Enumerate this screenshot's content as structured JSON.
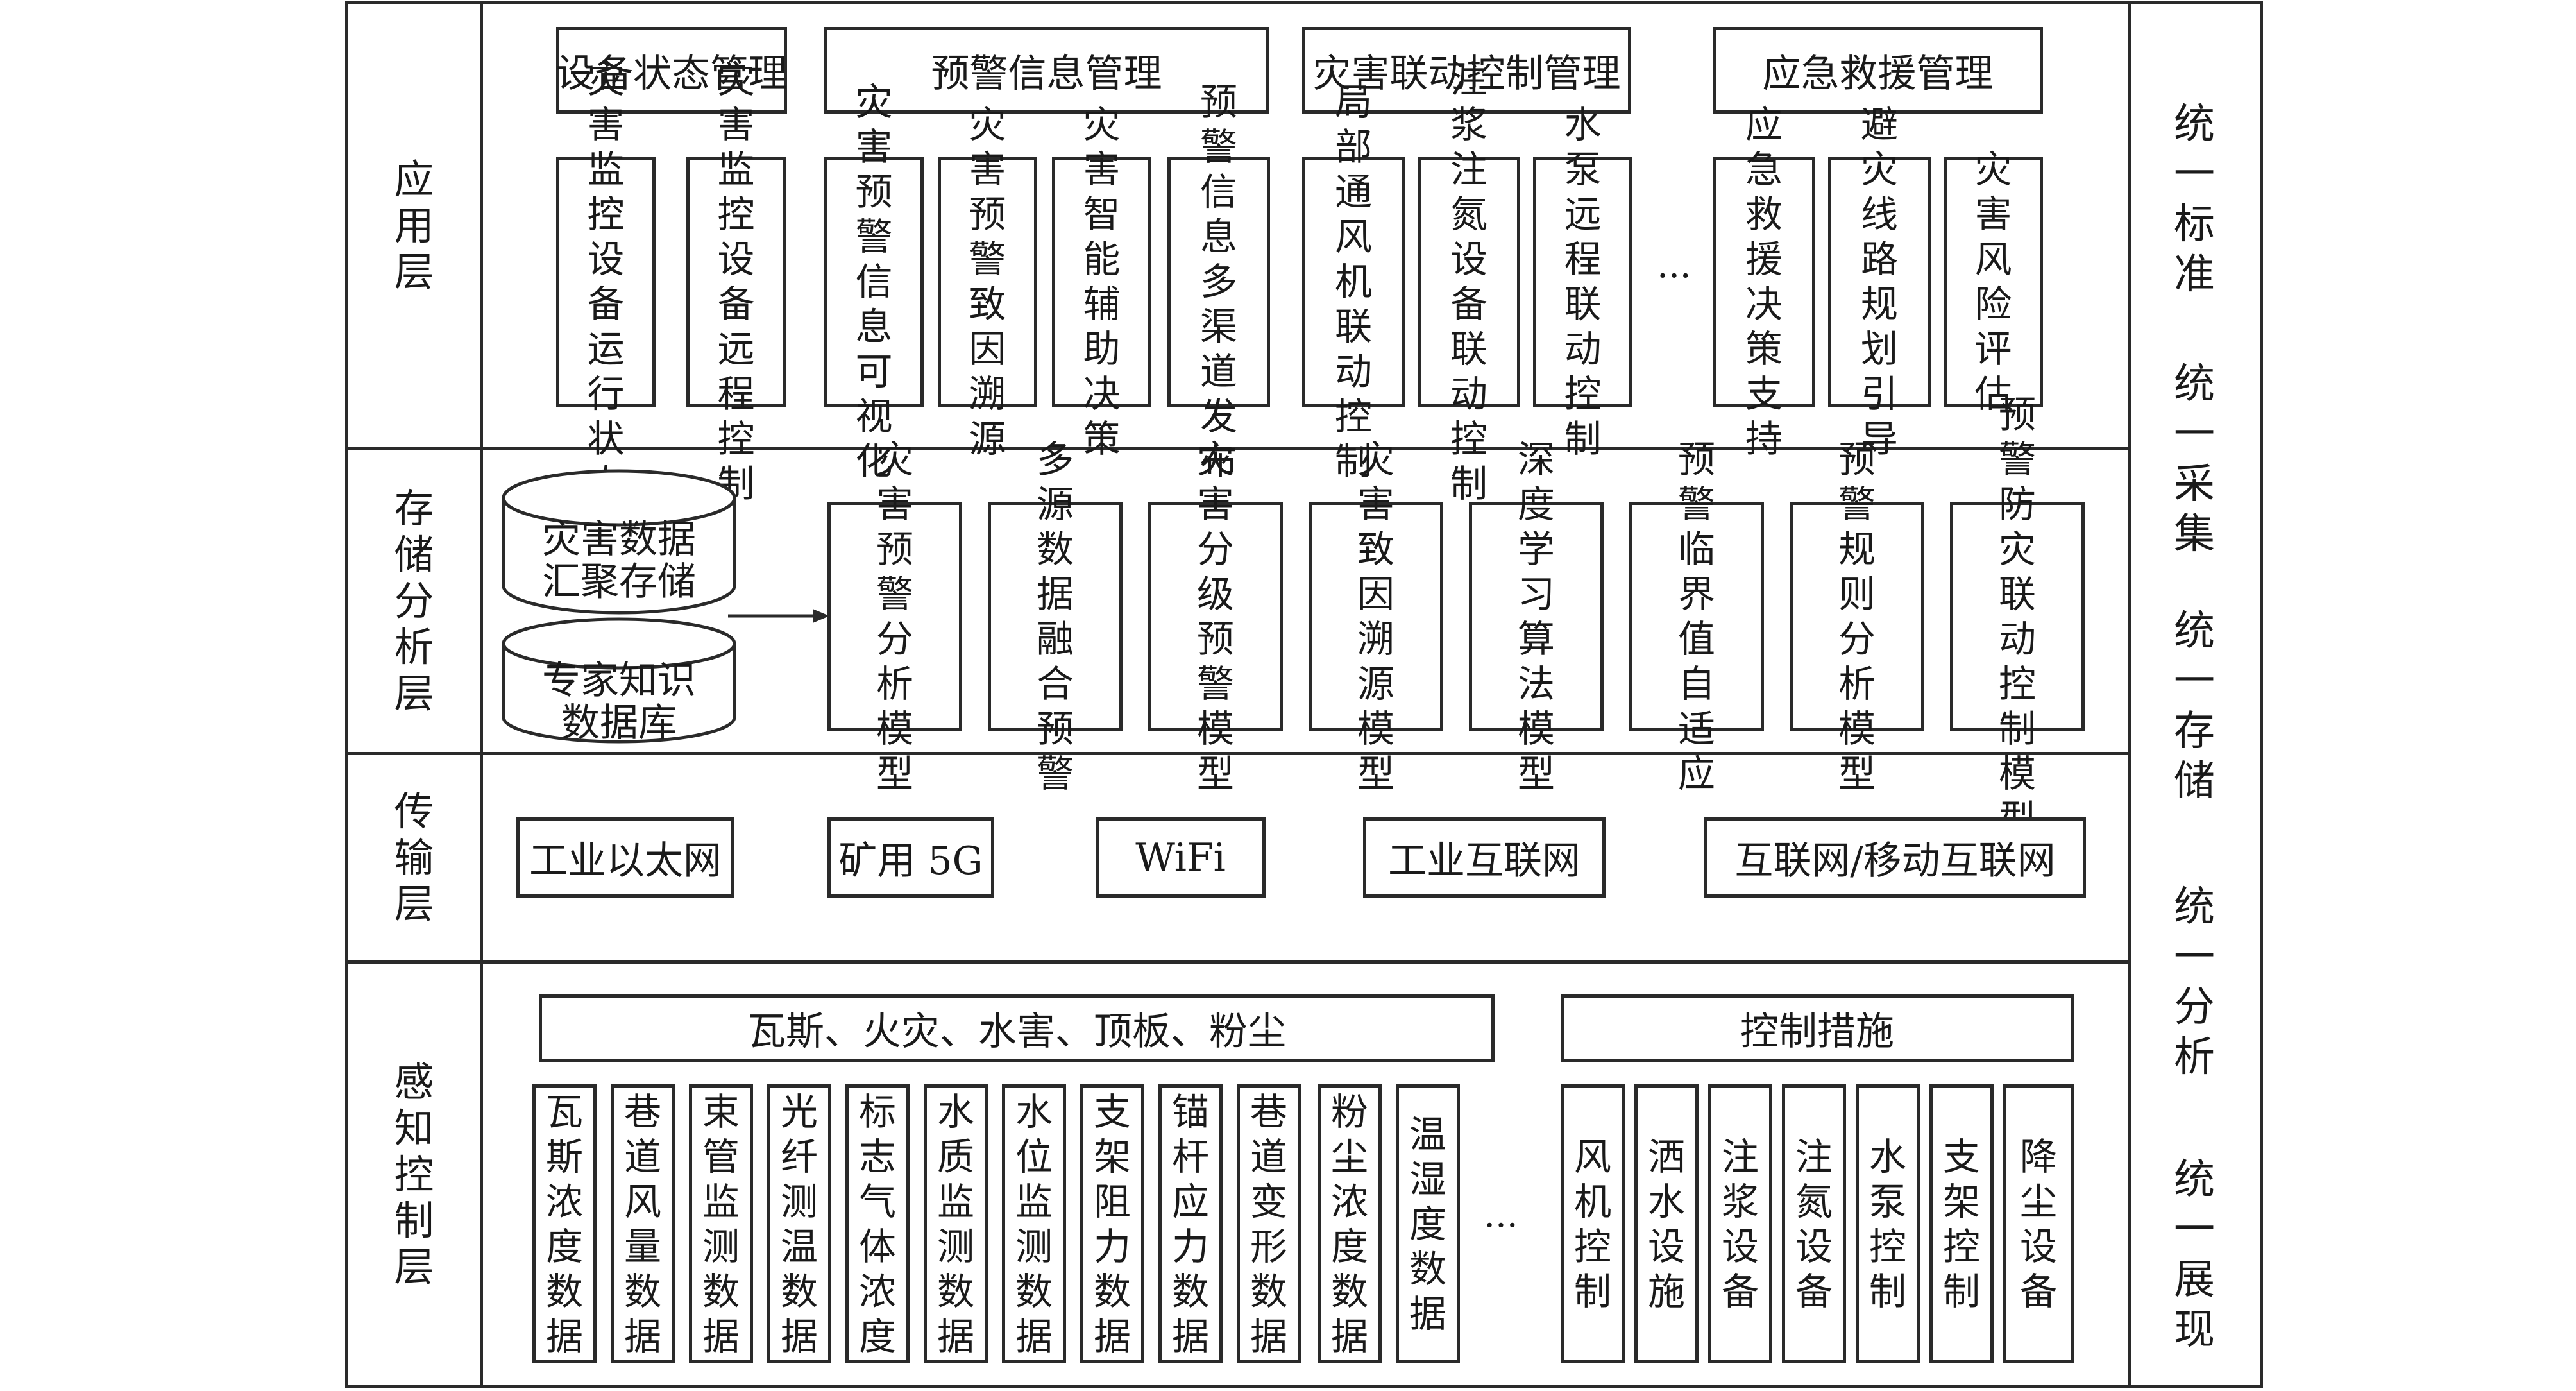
{
  "layers": {
    "application": "应用层",
    "storage": "存储分析层",
    "transmission": "传输层",
    "perception": "感知控制层"
  },
  "side": [
    "统一标准",
    "统一采集",
    "统一存储",
    "统一分析",
    "统一展现"
  ],
  "application": {
    "headers": [
      "设备状态管理",
      "预警信息管理",
      "灾害联动控制管理",
      "应急救援管理"
    ],
    "modules": [
      "灾害监控设备运行状态",
      "灾害监控设备远程控制",
      "灾害预警信息可视化",
      "灾害预警致因溯源",
      "灾害智能辅助决策",
      "预警信息多渠道发布",
      "局部通风机联动控制",
      "注浆注氮设备联动控制",
      "水泵远程联动控制",
      "应急救援决策支持",
      "避灾线路规划引导",
      "灾害风险评估"
    ],
    "ellipsis": "···"
  },
  "storage": {
    "databases": [
      "灾害数据汇聚存储",
      "专家知识数据库"
    ],
    "models": [
      "灾害预警分析模型",
      "多源数据融合预警",
      "灾害分级预警模型",
      "灾害致因溯源模型",
      "深度学习算法模型",
      "预警临界值自适应",
      "预警规则分析模型",
      "预警防灾联动控制模型"
    ]
  },
  "transmission": {
    "networks": [
      "工业以太网",
      "矿用 5G",
      "WiFi",
      "工业互联网",
      "互联网/移动互联网"
    ]
  },
  "perception": {
    "monitor_header": "瓦斯、火灾、水害、顶板、粉尘",
    "control_header": "控制措施",
    "sensors": [
      "瓦斯浓度数据",
      "巷道风量数据",
      "束管监测数据",
      "光纤测温数据",
      "标志气体浓度",
      "水质监测数据",
      "水位监测数据",
      "支架阻力数据",
      "锚杆应力数据",
      "巷道变形数据",
      "粉尘浓度数据",
      "温湿度数据"
    ],
    "controls": [
      "风机控制",
      "洒水设施",
      "注浆设备",
      "注氮设备",
      "水泵控制",
      "支架控制",
      "降尘设备"
    ],
    "ellipsis": "···"
  }
}
